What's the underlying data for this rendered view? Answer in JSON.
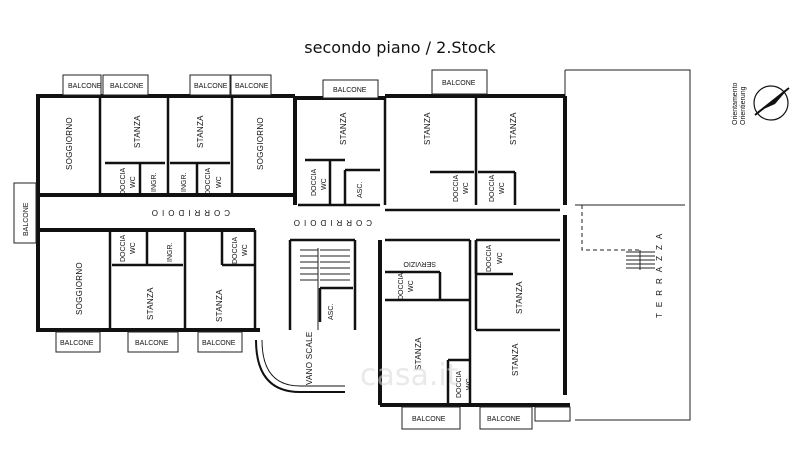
{
  "title": "secondo piano / 2.Stock",
  "compass": {
    "line1": "Orientamento",
    "line2": "Orientierung"
  },
  "labels": {
    "balcone": "BALCONE",
    "soggiorno": "SOGGIORNO",
    "stanza": "STANZA",
    "doccia": "DOCCIA",
    "wc": "WC",
    "ingr": "INGR.",
    "asc": "ASC.",
    "corridoio": "CORRIDOIO",
    "servizio": "SERVIZIO",
    "vano_scale": "VANO SCALE",
    "terrazza": "TERRAZZA"
  },
  "watermark": "casa.it"
}
